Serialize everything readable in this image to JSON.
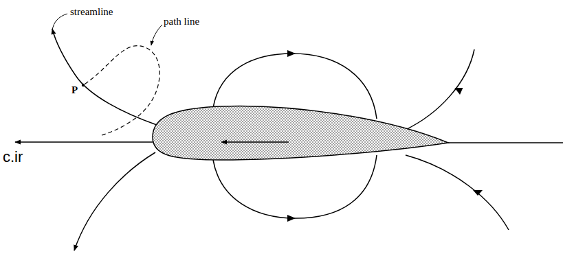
{
  "diagram": {
    "labels": [
      "streamline",
      "path line",
      "P",
      "c.ir"
    ]
  }
}
